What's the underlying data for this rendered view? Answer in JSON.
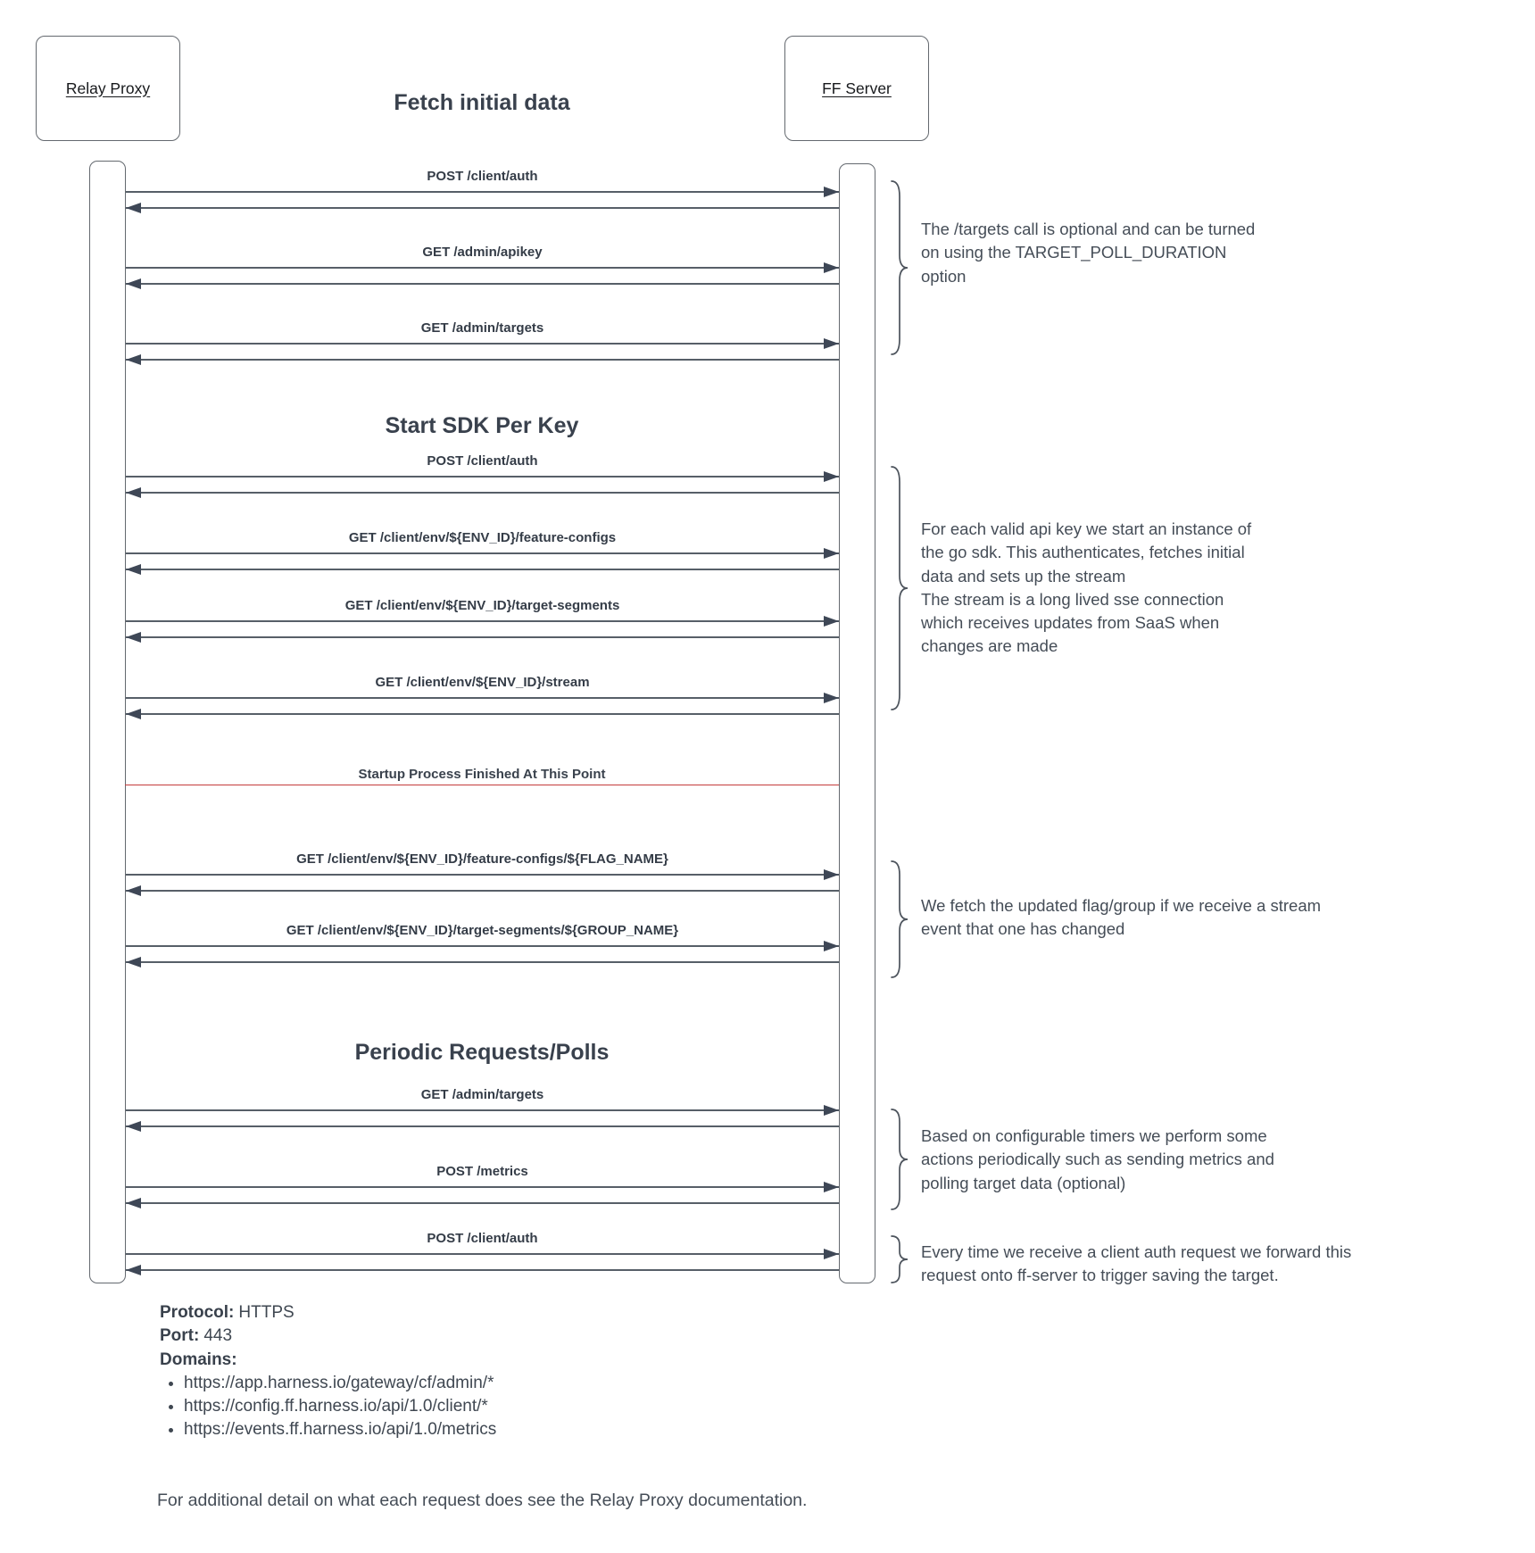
{
  "actors": {
    "left": "Relay Proxy",
    "right": "FF Server"
  },
  "titles": {
    "fetch": "Fetch initial data",
    "sdk": "Start SDK Per Key",
    "periodic": "Periodic Requests/Polls"
  },
  "messages": [
    "POST /client/auth",
    "GET /admin/apikey",
    "GET /admin/targets",
    "POST /client/auth",
    "GET /client/env/${ENV_ID}/feature-configs",
    "GET /client/env/${ENV_ID}/target-segments",
    "GET /client/env/${ENV_ID}/stream",
    "GET /client/env/${ENV_ID}/feature-configs/${FLAG_NAME}",
    "GET /client/env/${ENV_ID}/target-segments/${GROUP_NAME}",
    "GET /admin/targets",
    "POST /metrics",
    "POST /client/auth"
  ],
  "separator": {
    "label": "Startup Process Finished At This Point",
    "color": "#c53b3b"
  },
  "annotations": [
    "The /targets call is optional and can be turned\non using the TARGET_POLL_DURATION\noption",
    "For each valid api key we start an instance of\nthe go sdk. This authenticates, fetches initial\ndata and sets up the stream\nThe stream is a long lived sse connection\nwhich receives updates from SaaS when\nchanges are made",
    "We fetch the updated flag/group if we receive a stream\nevent that one has changed",
    "Based on configurable timers we perform some\nactions periodically such as sending metrics and\npolling target data (optional)",
    "Every time we receive a client auth request we forward this\nrequest onto ff-server to trigger saving the target."
  ],
  "footer": {
    "protocol_label": "Protocol:",
    "protocol_value": "HTTPS",
    "port_label": "Port:",
    "port_value": "443",
    "domains_label": "Domains:",
    "domains": [
      "https://app.harness.io/gateway/cf/admin/*",
      "https://config.ff.harness.io/api/1.0/client/*",
      "https://events.ff.harness.io/api/1.0/metrics"
    ],
    "note": "For additional detail on what each request does see the Relay Proxy documentation."
  },
  "colors": {
    "text_dark": "#39414d",
    "line_gray": "#575f68",
    "arrowhead": "#3e4756",
    "separator_red": "#c53b3b",
    "border_gray": "#64696f"
  }
}
